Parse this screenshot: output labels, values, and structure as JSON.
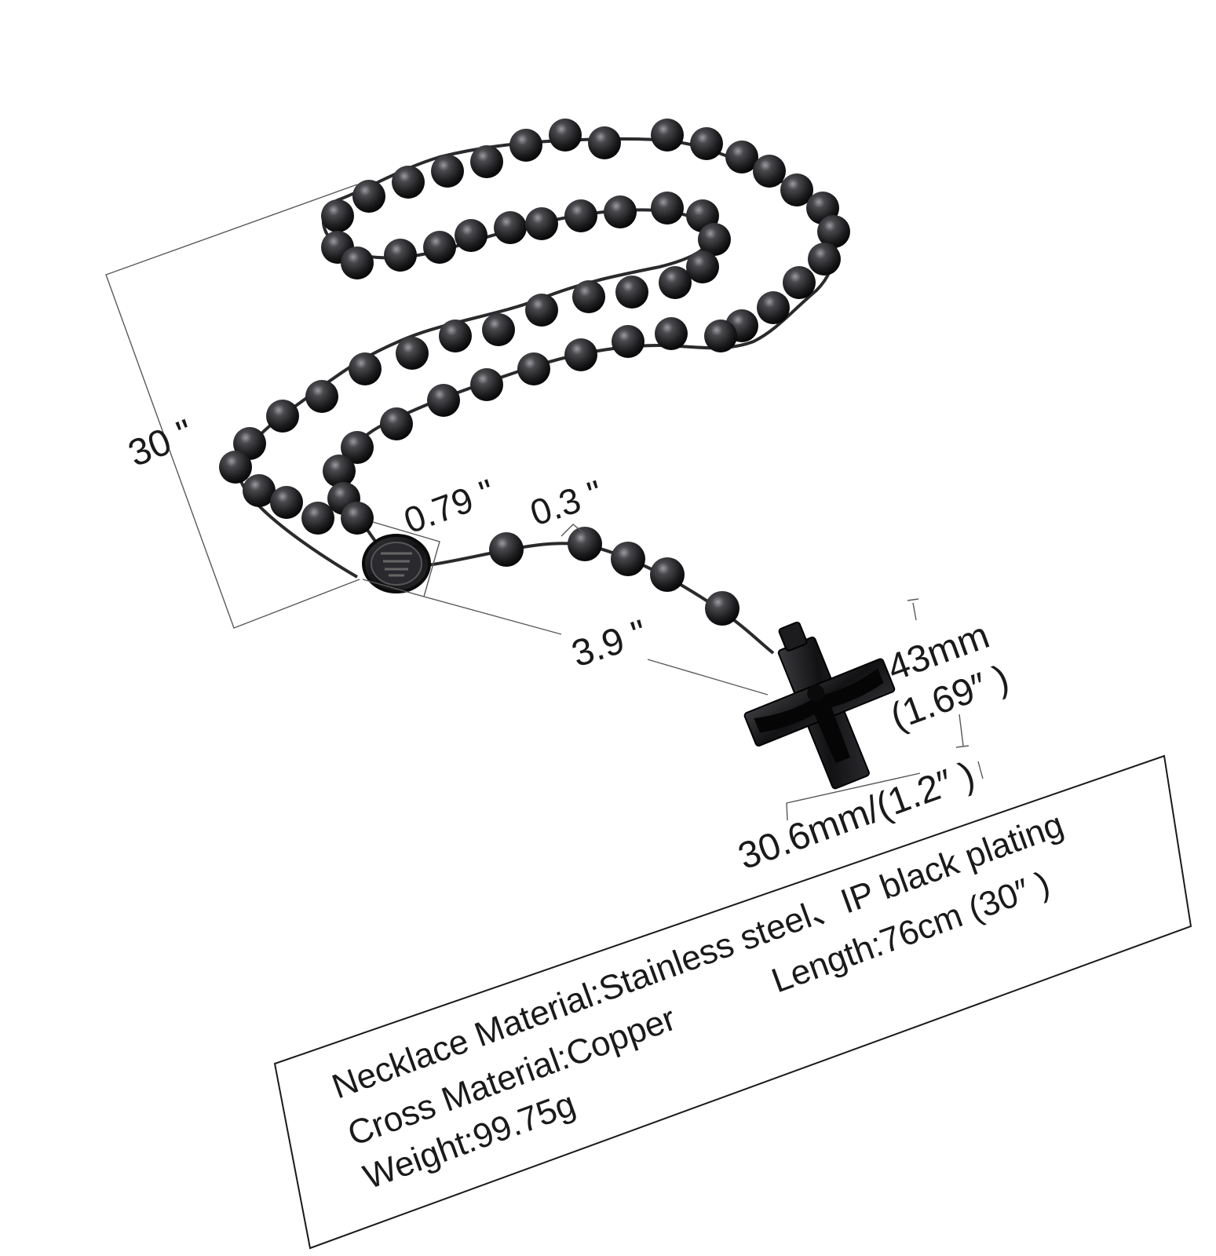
{
  "product": {
    "colors": {
      "bead": "#1c1c1e",
      "bead_highlight": "#8a8a90",
      "chain": "#2a2a2c",
      "dimension_line": "#5a5a5a",
      "text": "#1a1a1a"
    },
    "dimensions": {
      "total_length_label": "30 \"",
      "center_medal_label": "0.79 \"",
      "bead_size_label": "0.3 \"",
      "drop_length_label": "3.9 \"",
      "cross_height_label_mm": "43mm",
      "cross_height_label_in": "(1.69″ )",
      "cross_width_label": "30.6mm/(1.2″ )"
    },
    "specs_box": {
      "line1_a": "Necklace Material:Stainless steel、IP black plating",
      "line1_b": "Length:76cm (30″ )",
      "line2": "Cross Material:Copper",
      "line3": "Weight:99.75g"
    }
  }
}
